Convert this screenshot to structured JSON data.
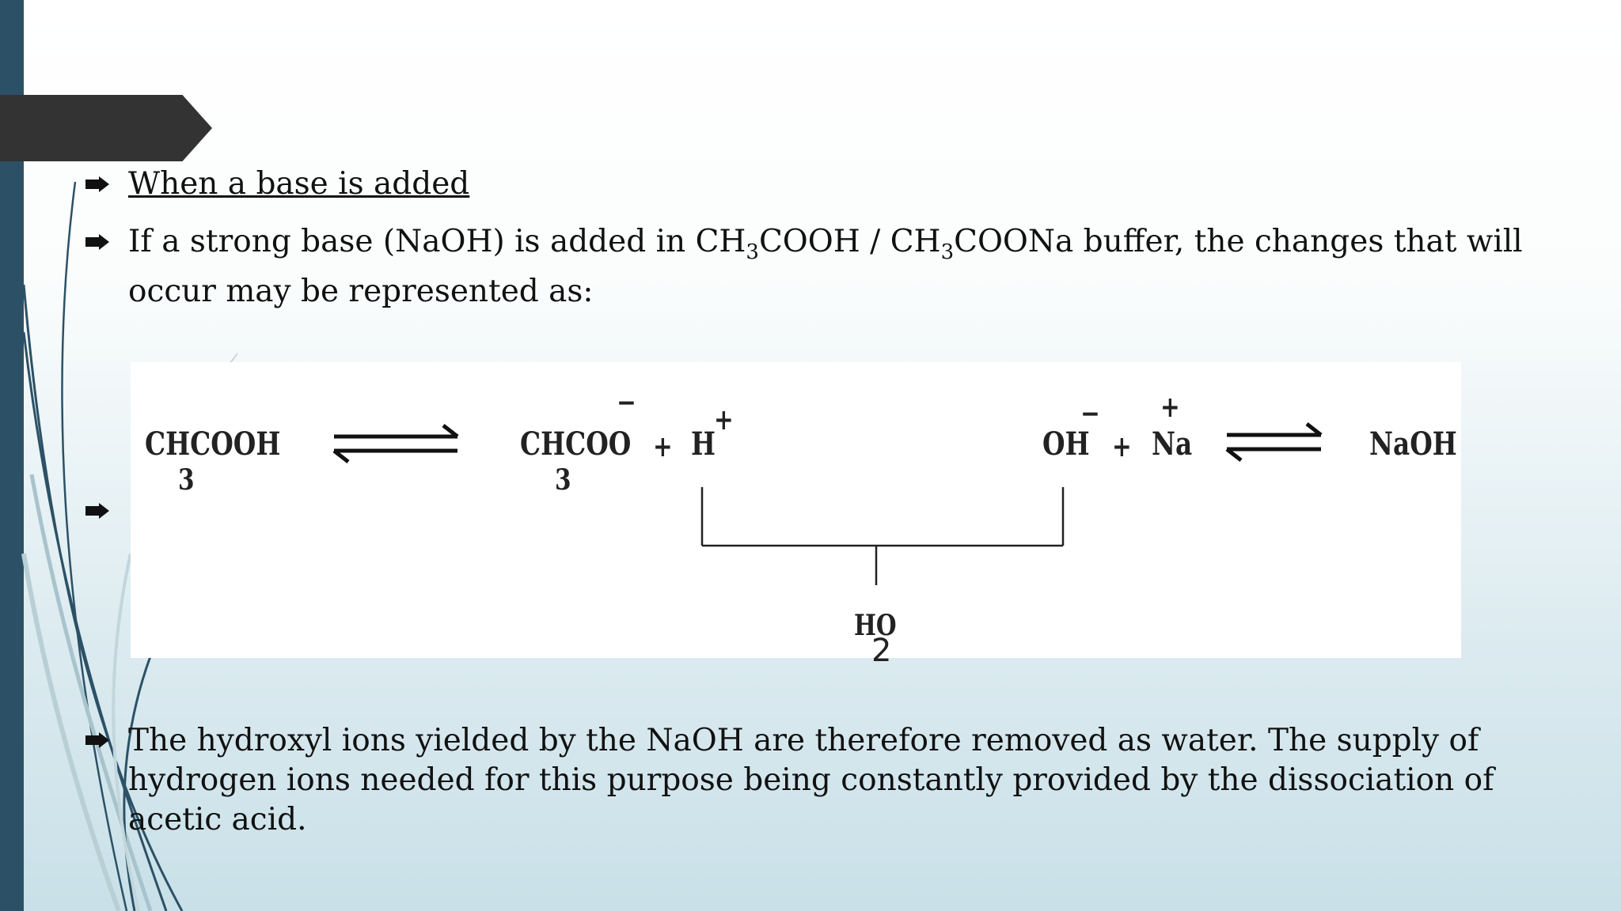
{
  "slide": {
    "heading": "When a base is added",
    "para1_a": " If a strong base (NaOH) is added in CH",
    "para1_sub1": "3",
    "para1_b": "COOH / CH",
    "para1_sub2": "3",
    "para1_c": "COONa buffer, the changes that will occur may be represented as:",
    "para2": "The hydroxyl ions yielded by the NaOH are therefore removed as water. The supply of hydrogen ions needed for this purpose being constantly provided by the dissociation of acetic acid."
  },
  "equation": {
    "acid": "CHCOOH",
    "acid_sub": "3",
    "acetate": "CHCOO",
    "acetate_sub": "3",
    "minus": "−",
    "plus_sign": "+",
    "hydrogen": "H",
    "hydroxide": "OH",
    "sodium": "Na",
    "sodium_hydroxide": "NaOH",
    "water": "HO",
    "water_sub": "2"
  },
  "colors": {
    "left_bar": "#2c5166",
    "title_tab": "#333333"
  },
  "icons": {
    "bullet": "arrow-bullet-icon"
  }
}
